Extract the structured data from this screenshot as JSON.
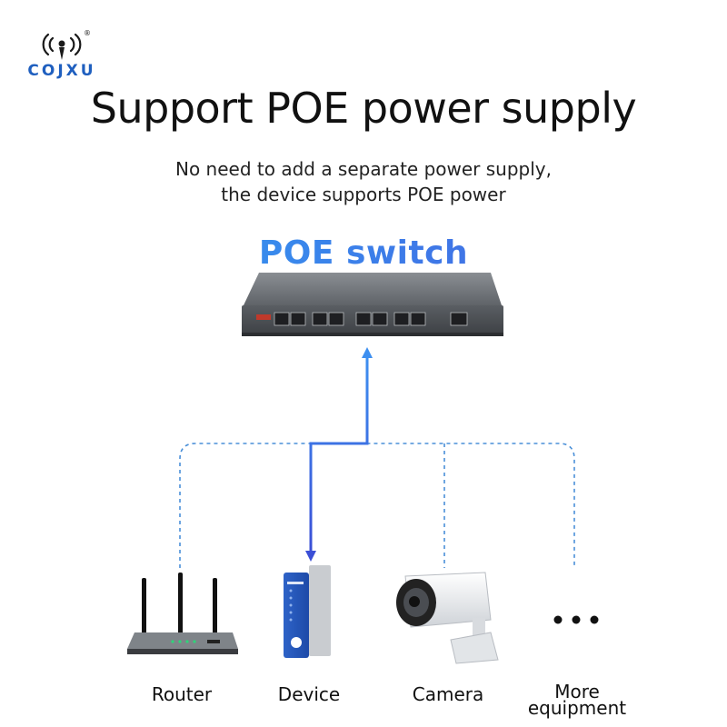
{
  "brand": {
    "name": "COJXU",
    "registered": "®"
  },
  "header": {
    "title": "Support POE power supply",
    "subtitle_line1": "No need to add a separate power supply,",
    "subtitle_line2": "the device supports POE power"
  },
  "switch": {
    "label": "POE switch"
  },
  "devices": [
    {
      "label": "Router"
    },
    {
      "label": "Device"
    },
    {
      "label": "Camera"
    },
    {
      "label": "More",
      "label2": "equipment"
    }
  ],
  "colors": {
    "brand": "#1f5fbf",
    "link_dash": "#4a8fd8",
    "power_line": "#3a5fd8",
    "title": "#111111"
  }
}
